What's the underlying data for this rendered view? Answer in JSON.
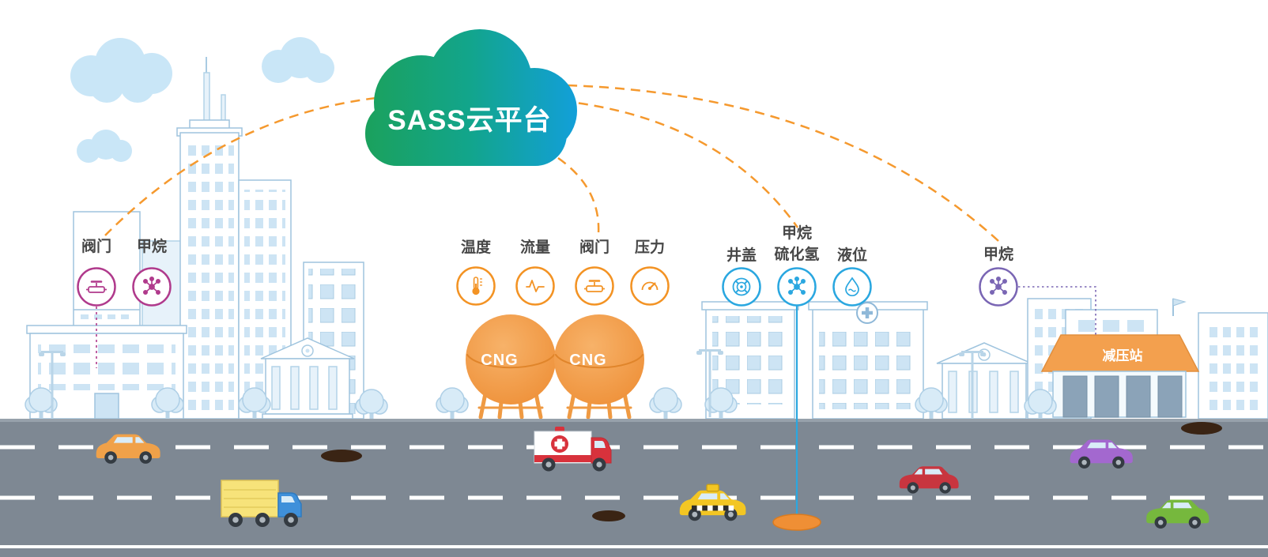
{
  "cloud": {
    "label": "SASS云平台"
  },
  "sensor_groups": [
    {
      "name": "city-building-sensors",
      "color": "#b03a8c",
      "items": [
        {
          "label": "阀门",
          "icon": "valve-icon"
        },
        {
          "label": "甲烷",
          "icon": "methane-molecule-icon"
        }
      ]
    },
    {
      "name": "cng-storage-sensors",
      "color": "#f39324",
      "items": [
        {
          "label": "温度",
          "icon": "thermometer-icon"
        },
        {
          "label": "流量",
          "icon": "flow-wave-icon"
        },
        {
          "label": "阀门",
          "icon": "valve-icon"
        },
        {
          "label": "压力",
          "icon": "pressure-gauge-icon"
        }
      ]
    },
    {
      "name": "underground-pipeline-sensors",
      "color": "#2aa7e0",
      "items": [
        {
          "label": "井盖",
          "icon": "manhole-cover-icon"
        },
        {
          "label": "甲烷",
          "label2": "硫化氢",
          "icon": "gas-molecule-icon"
        },
        {
          "label": "液位",
          "icon": "liquid-level-icon"
        }
      ]
    },
    {
      "name": "pressure-station-sensors",
      "color": "#7a66b4",
      "items": [
        {
          "label": "甲烷",
          "icon": "methane-molecule-icon"
        }
      ]
    }
  ],
  "tanks": [
    {
      "label": "CNG"
    },
    {
      "label": "CNG"
    }
  ],
  "station": {
    "label": "减压站"
  },
  "colors": {
    "connection_orange": "#f5992e",
    "sensor_magenta": "#b03a8c",
    "sensor_orange": "#f39324",
    "sensor_blue": "#2aa7e0",
    "sensor_purple": "#7a66b4",
    "cloud_green": "#1ba15c",
    "cloud_blue": "#129fd9",
    "road_gray": "#7e8893",
    "tank_orange": "#ee9038"
  }
}
